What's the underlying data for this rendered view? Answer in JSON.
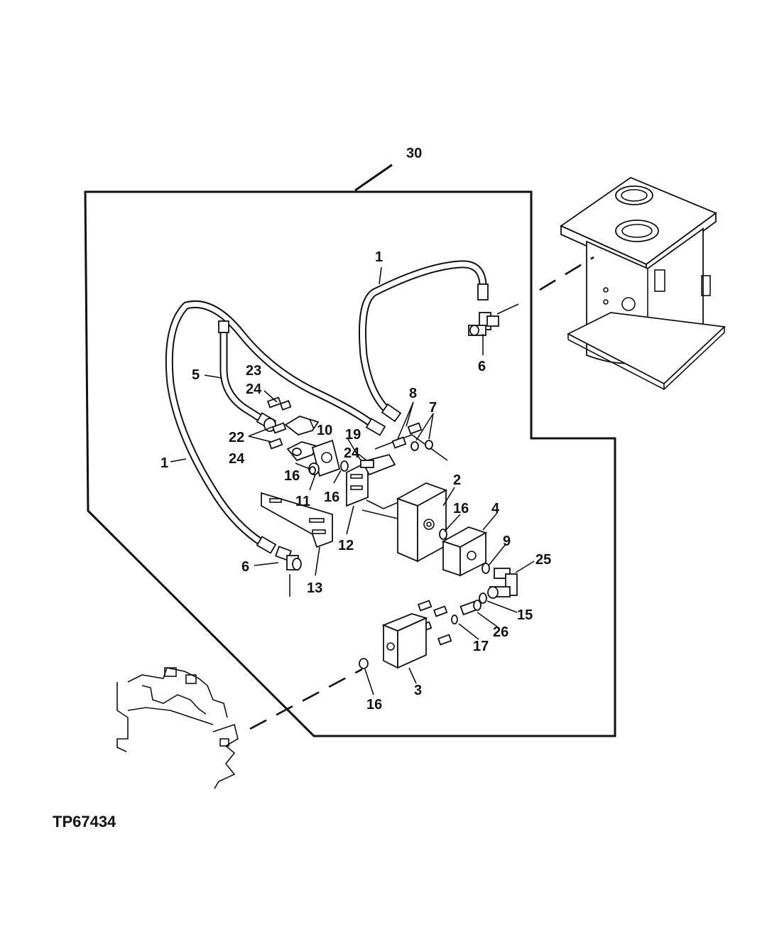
{
  "figure_id": "TP67434",
  "callouts": {
    "c30": "30",
    "c1_top": "1",
    "c6_right": "6",
    "c5": "5",
    "c23": "23",
    "c24_a": "24",
    "c8": "8",
    "c7": "7",
    "c22": "22",
    "c10": "10",
    "c19": "19",
    "c24_b": "24",
    "c24_c": "24",
    "c1_left": "1",
    "c16_a": "16",
    "c11": "11",
    "c16_b": "16",
    "c2": "2",
    "c16_c": "16",
    "c4": "4",
    "c12": "12",
    "c9": "9",
    "c25": "25",
    "c6_left": "6",
    "c13": "13",
    "c15": "15",
    "c26": "26",
    "c17": "17",
    "c3": "3",
    "c16_d": "16"
  }
}
